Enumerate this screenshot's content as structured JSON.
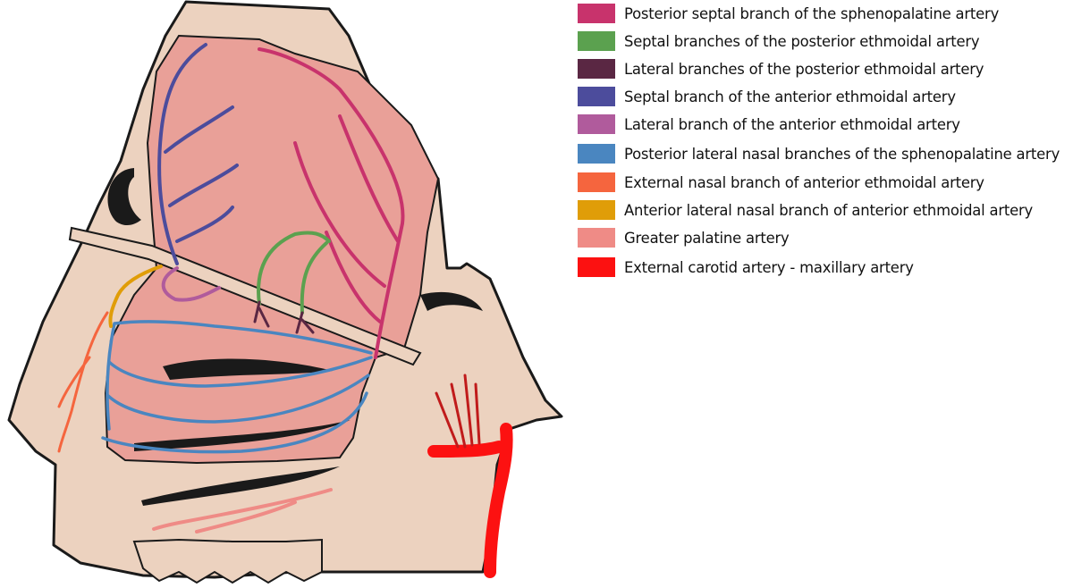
{
  "legend": [
    {
      "label": "Posterior septal branch of the sphenopalatine artery",
      "color": "#c8336c"
    },
    {
      "label": "Septal branches of the posterior ethmoidal artery",
      "color": "#5ba14f"
    },
    {
      "label": "Lateral branches of the posterior ethmoidal artery",
      "color": "#5a2743"
    },
    {
      "label": "Septal branch of the anterior ethmoidal artery",
      "color": "#4c4c9c"
    },
    {
      "label": "Lateral branch of the anterior ethmoidal artery",
      "color": "#b05b9c"
    },
    {
      "label": "Posterior lateral nasal branches of the sphenopalatine artery",
      "color": "#4a86c0"
    },
    {
      "label": "External nasal branch of anterior ethmoidal artery",
      "color": "#f5653e"
    },
    {
      "label": "Anterior lateral nasal branch of anterior ethmoidal artery",
      "color": "#e09d08"
    },
    {
      "label": "Greater palatine artery",
      "color": "#ef8b86"
    },
    {
      "label": "External carotid artery -  maxillary artery",
      "color": "#fc1111"
    }
  ],
  "palette": {
    "bone": "#ecd2bf",
    "mucosa": "#e9a098",
    "outline": "#1a1a1a"
  }
}
